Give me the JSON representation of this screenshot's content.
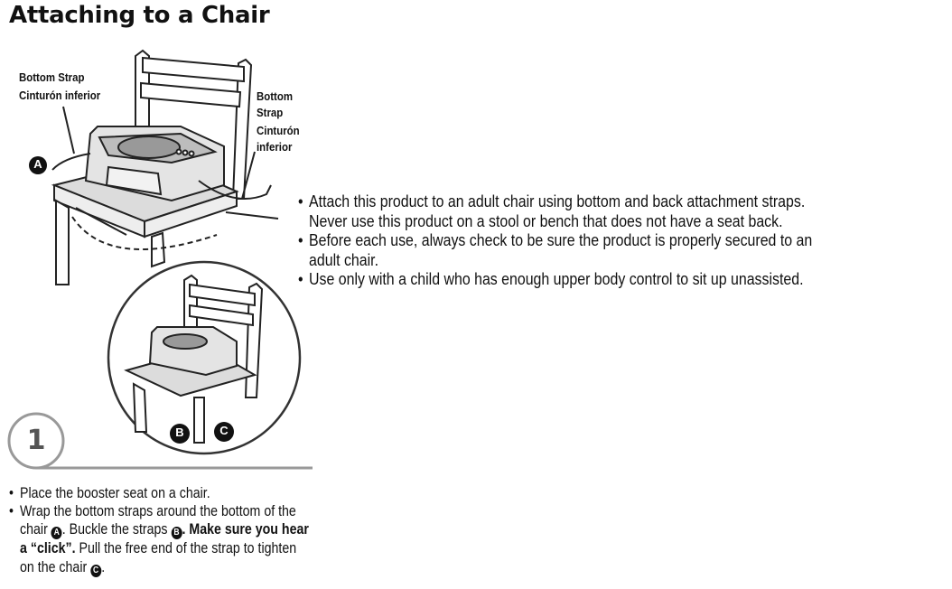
{
  "title": "Attaching to a Chair",
  "labels": {
    "bottom_strap_left_en": "Bottom Strap",
    "bottom_strap_left_es": "Cinturón inferior",
    "bottom_strap_right_en_1": "Bottom",
    "bottom_strap_right_en_2": "Strap",
    "bottom_strap_right_es_1": "Cinturón",
    "bottom_strap_right_es_2": "inferior",
    "marker_a": "A",
    "marker_b": "B",
    "marker_c": "C",
    "step_number": "1"
  },
  "warnings": [
    {
      "line1": "Attach this product to an adult chair using bottom and back attachment straps.",
      "line2": "Never use this product on a stool or bench that does not have a seat back."
    },
    {
      "line1": "Before each use, always check to be sure the product is properly secured to an",
      "line2": "adult chair."
    },
    {
      "line1": "Use only with a child who has enough upper body control to sit up unassisted.",
      "line2": ""
    }
  ],
  "steps": {
    "step1": "Place the booster seat on a chair.",
    "step2_a": "Wrap the bottom straps around the bottom of the chair",
    "step2_b": ". Buckle the straps",
    "step2_c_bold": ". Make sure you hear a “click”.",
    "step2_d": " Pull the free end of the strap to tighten on the chair",
    "step2_e": "."
  },
  "colors": {
    "ink": "#111111",
    "gray": "#9a9a9a",
    "seat": "#d9d9d9"
  }
}
